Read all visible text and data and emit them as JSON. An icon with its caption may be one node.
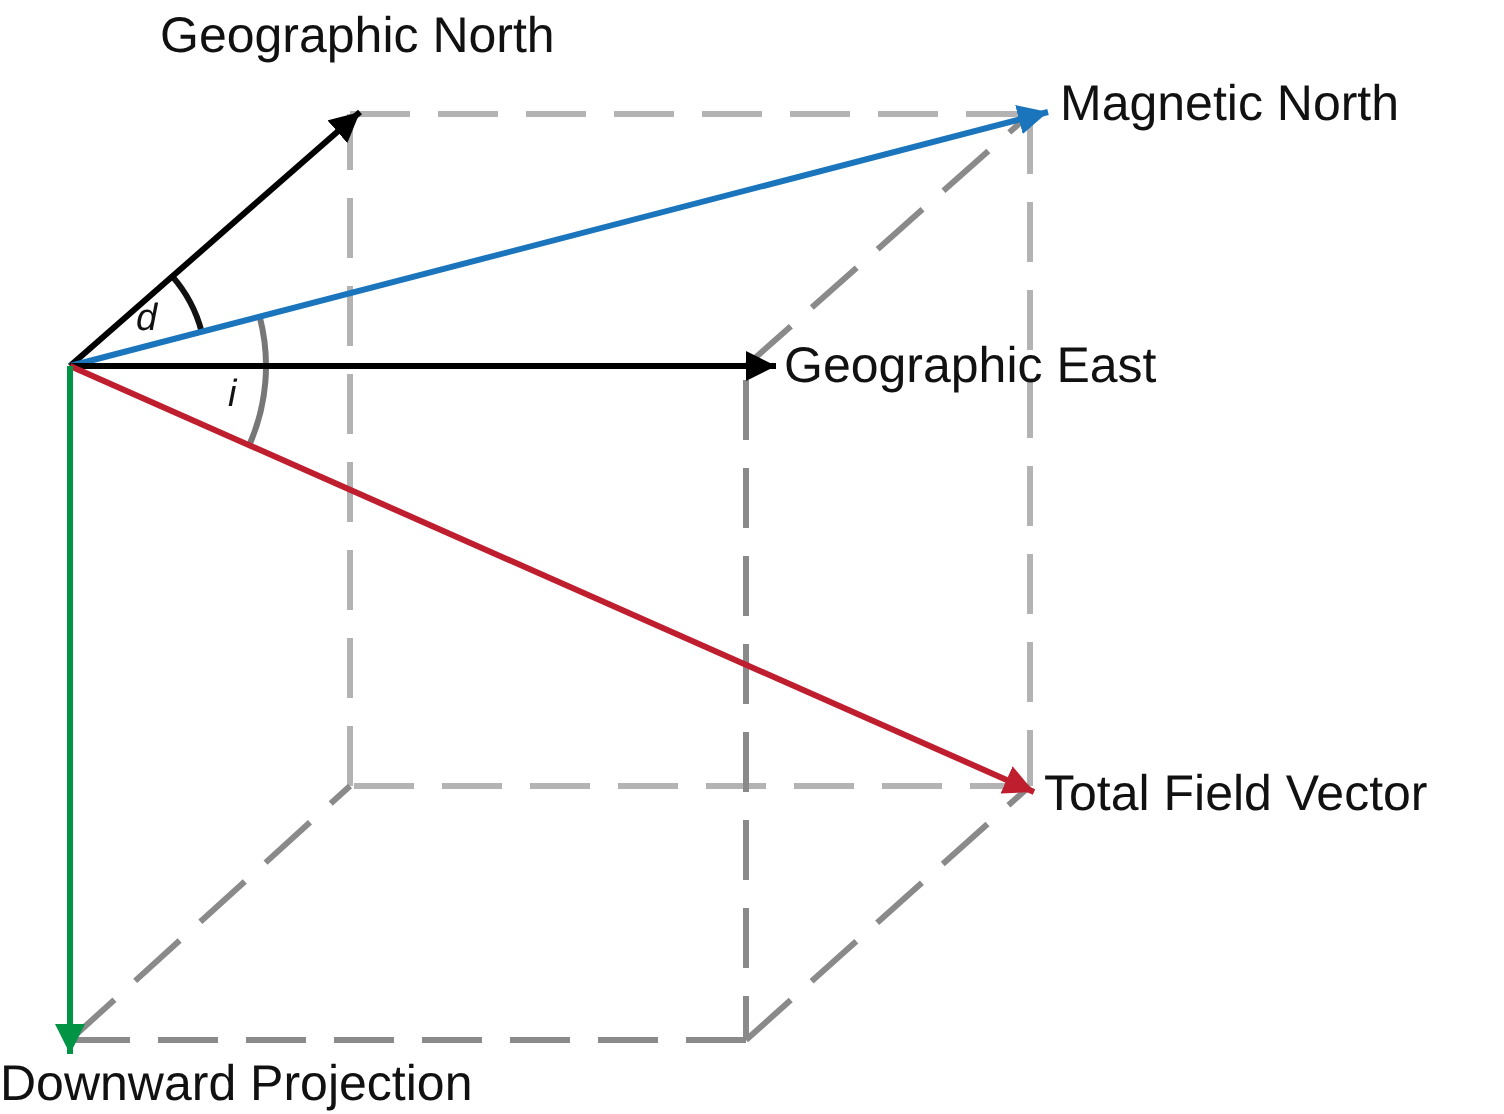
{
  "diagram": {
    "nodes": [
      {
        "text": [
          "Geographic North"
        ]
      },
      {
        "text": [
          "Magnetic North"
        ]
      },
      {
        "text": [
          "Geographic East"
        ]
      },
      {
        "text": [
          "Total Field Vector"
        ]
      },
      {
        "text": [
          "Downward Projection"
        ]
      }
    ],
    "edges": [
      {
        "from": null,
        "to": 0,
        "arrow": "to"
      },
      {
        "from": null,
        "to": 1,
        "arrow": "to",
        "color": "#1a75bc"
      },
      {
        "from": null,
        "to": 2,
        "arrow": "to"
      },
      {
        "from": null,
        "to": 3,
        "arrow": "to",
        "color": "#be1e2d"
      },
      {
        "from": null,
        "to": 4,
        "arrow": "to",
        "color": "#009444"
      }
    ],
    "labels": [
      "d",
      "i"
    ]
  }
}
